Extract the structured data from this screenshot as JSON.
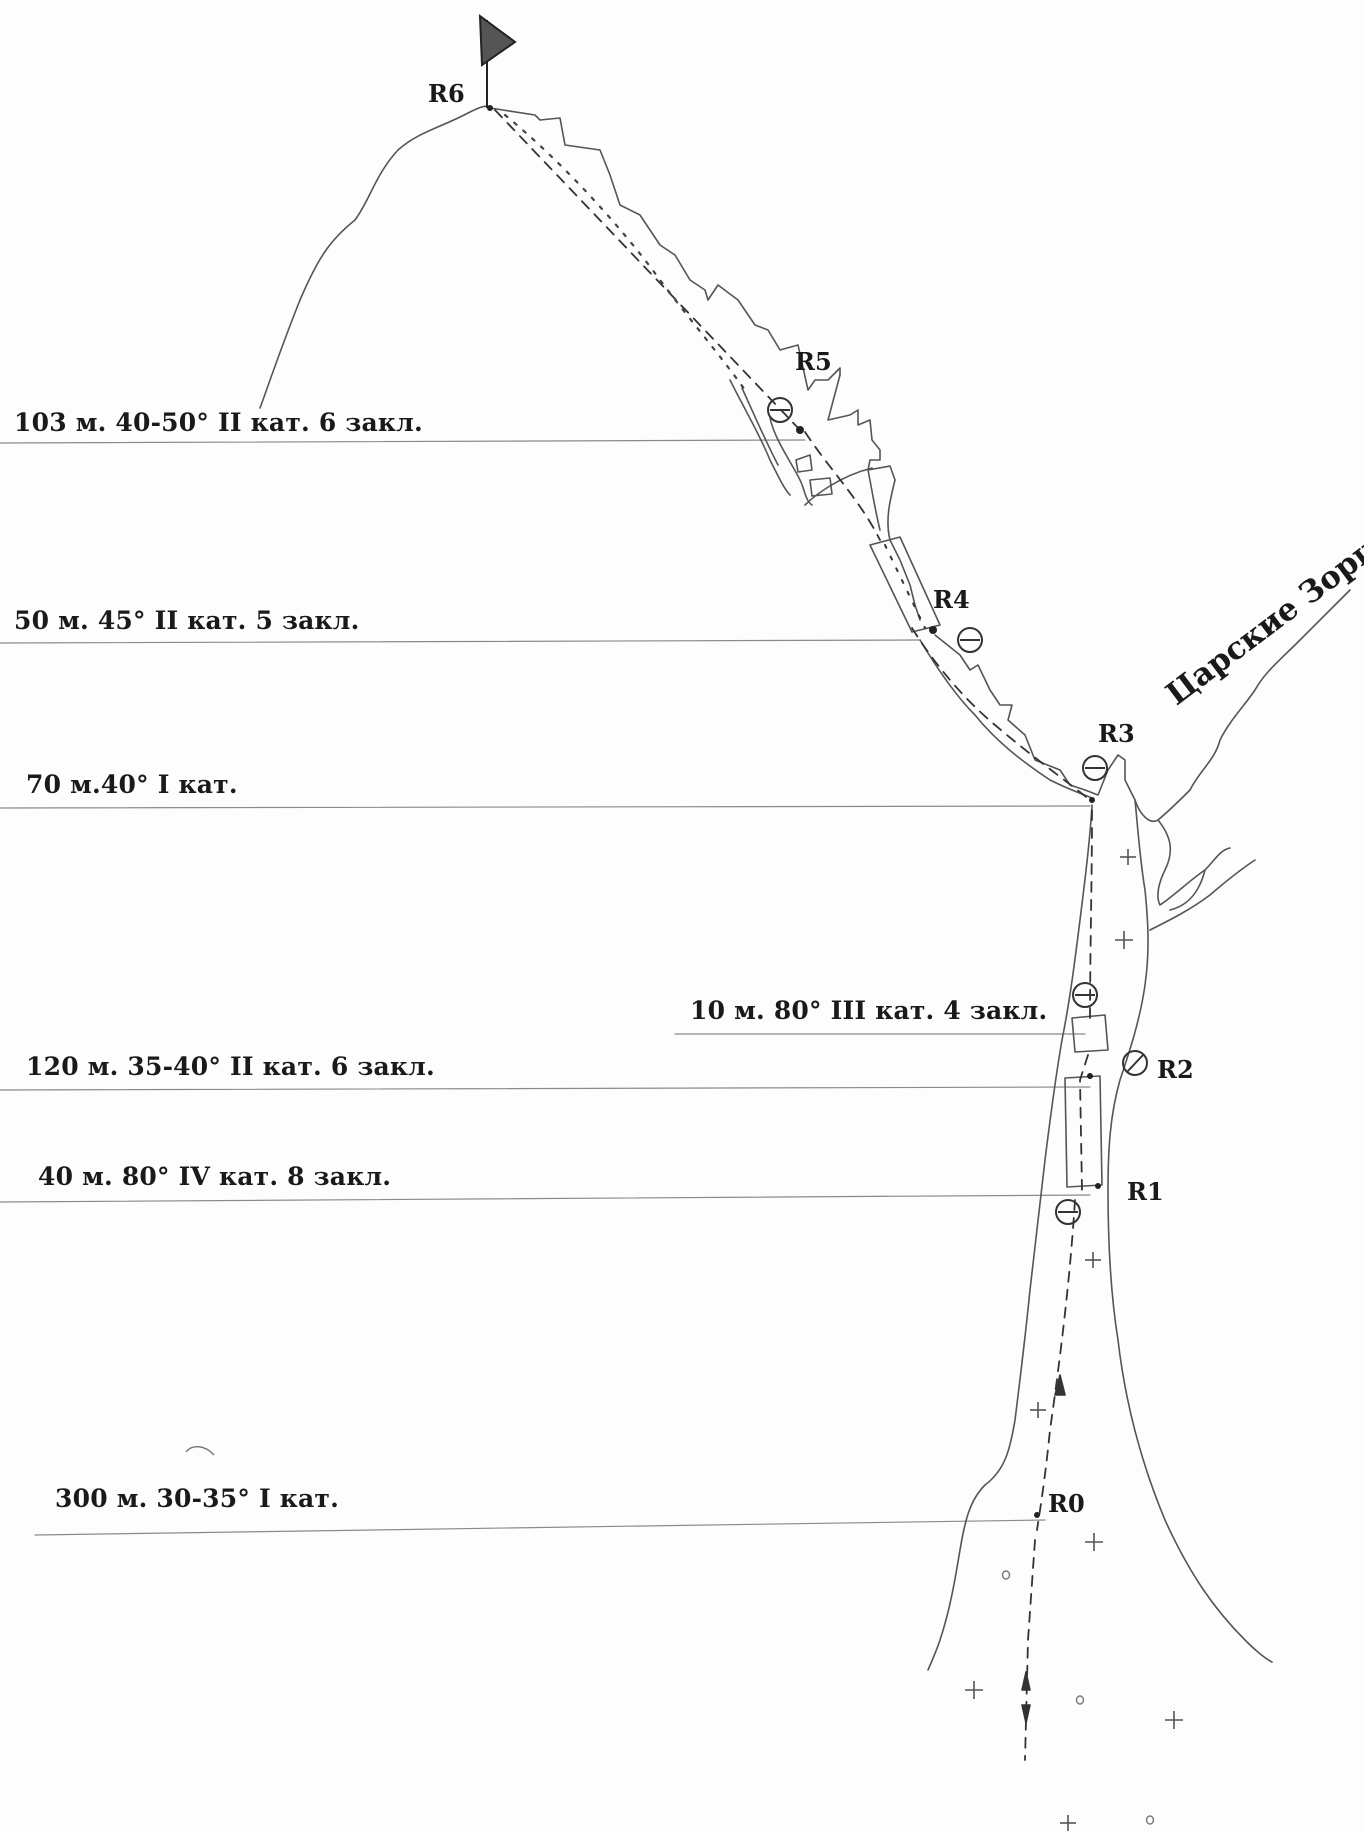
{
  "pitches": [
    {
      "id": "p6",
      "text": "103 м. 40-50° II кат. 6 закл."
    },
    {
      "id": "p5",
      "text": "50 м. 45° II кат.  5 закл."
    },
    {
      "id": "p4",
      "text": "70 м.40° I кат."
    },
    {
      "id": "p3",
      "text": "10 м. 80° III кат. 4 закл."
    },
    {
      "id": "p2",
      "text": "120 м. 35-40° II кат. 6 закл."
    },
    {
      "id": "p1",
      "text": "40 м. 80° IV кат.  8 закл."
    },
    {
      "id": "p0",
      "text": "300 м. 30-35° I кат."
    }
  ],
  "anchors": {
    "r0": "R0",
    "r1": "R1",
    "r2": "R2",
    "r3": "R3",
    "r4": "R4",
    "r5": "R5",
    "r6": "R6"
  },
  "ridge_name": "Царские Зори",
  "icons": [
    "summit-flag-icon",
    "no-entry-sign-icon",
    "plus-mark-icon",
    "pebble-icon",
    "arrow-up-icon",
    "arrow-down-icon"
  ]
}
